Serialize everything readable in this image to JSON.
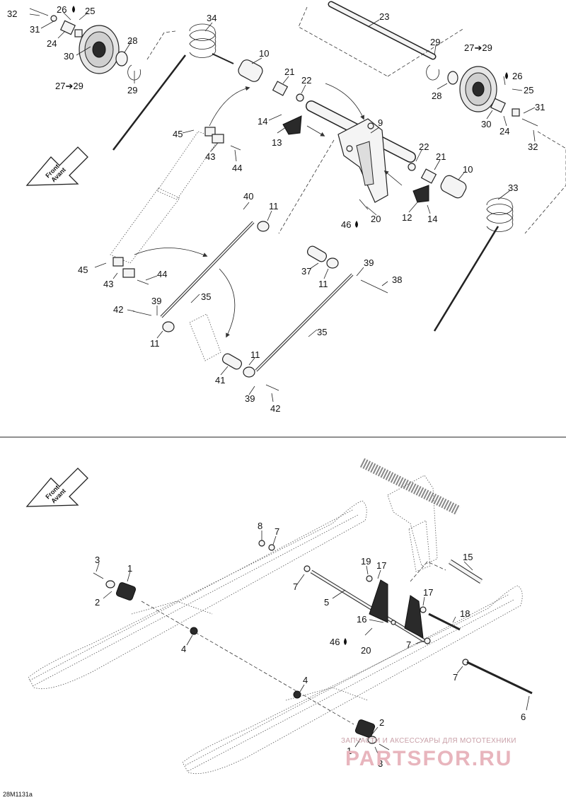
{
  "drawing_id": "28M1131a",
  "direction_label": {
    "line1": "Front",
    "line2": "Avant"
  },
  "top_callouts": {
    "c32a": "32",
    "c31a": "31",
    "c24a": "24",
    "c30a": "30",
    "c26a": "26",
    "c25a": "25",
    "c28a": "28",
    "c27a": "27➔29",
    "c29a": "29",
    "c34": "34",
    "c10a": "10",
    "c21a": "21",
    "c22a": "22",
    "c14a": "14",
    "c13": "13",
    "c45a": "45",
    "c43a": "43",
    "c44a": "44",
    "c23": "23",
    "c29b": "29",
    "c27b": "27➔29",
    "c28b": "28",
    "c26b": "26",
    "c25b": "25",
    "c30b": "30",
    "c24b": "24",
    "c31b": "31",
    "c32b": "32",
    "c9": "9",
    "c22b": "22",
    "c21b": "21",
    "c10b": "10",
    "c33": "33",
    "c12": "12",
    "c14b": "14",
    "c20a": "20",
    "c46a": "46",
    "c40": "40",
    "c11a": "11",
    "c45b": "45",
    "c43b": "43",
    "c44b": "44",
    "c35a": "35",
    "c39a": "39",
    "c42a": "42",
    "c11b": "11",
    "c37": "37",
    "c11c": "11",
    "c39b": "39",
    "c38": "38",
    "c35b": "35",
    "c11d": "11",
    "c41": "41",
    "c39c": "39",
    "c42b": "42"
  },
  "bottom_callouts": {
    "c8": "8",
    "c7a": "7",
    "c3a": "3",
    "c1a": "1",
    "c2a": "2",
    "c4a": "4",
    "c7b": "7",
    "c5": "5",
    "c19": "19",
    "c17a": "17",
    "c15": "15",
    "c17b": "17",
    "c18": "18",
    "c16": "16",
    "c46b": "46",
    "c20b": "20",
    "c7c": "7",
    "c7d": "7",
    "c6": "6",
    "c4b": "4",
    "c2b": "2",
    "c1b": "1",
    "c3b": "3"
  },
  "watermark": {
    "line1": "ЗАПЧАСТИ И АКСЕССУАРЫ ДЛЯ МОТОТЕХНИКИ",
    "line2": "PARTSFOR.RU"
  }
}
